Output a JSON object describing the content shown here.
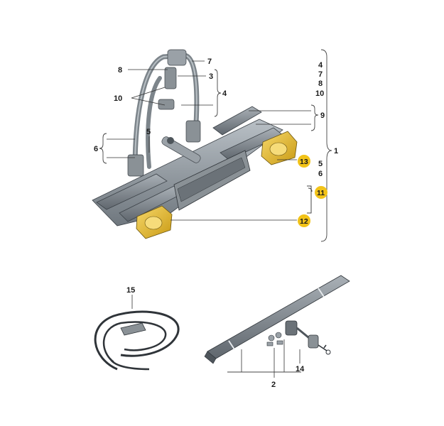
{
  "labels": {
    "l1": "1",
    "l2": "2",
    "l3": "3",
    "l4": "4",
    "l5": "5",
    "l6": "6",
    "l7": "7",
    "l8": "8",
    "l9": "9",
    "l10": "10",
    "l11": "11",
    "l12": "12",
    "l13": "13",
    "l14": "14",
    "l15": "15",
    "group1": [
      "4",
      "7",
      "8",
      "10"
    ],
    "group1b": [
      "5",
      "6"
    ]
  },
  "colors": {
    "highlight": "#f2c318",
    "part_gray": "#8e959b",
    "part_dark": "#5d646b",
    "lamp_yellow": "#e8c23a"
  }
}
